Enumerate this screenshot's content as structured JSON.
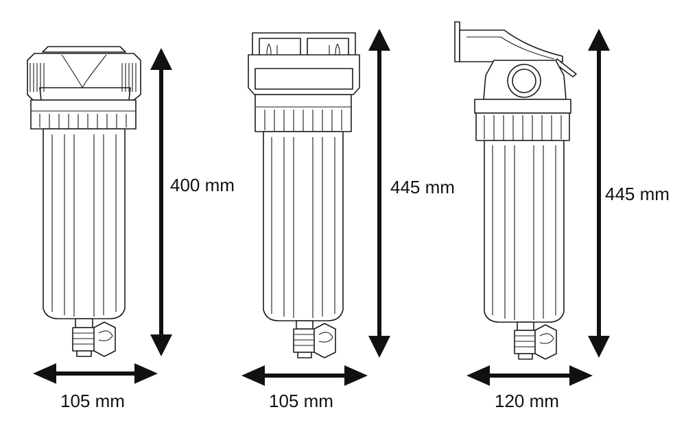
{
  "colors": {
    "line": "#1a1a1a",
    "arrow": "#111111",
    "background": "#ffffff"
  },
  "filters": [
    {
      "id": "filter-1",
      "variant": "standard-head",
      "height_label": "400 mm",
      "width_label": "105 mm"
    },
    {
      "id": "filter-2",
      "variant": "bracket-head",
      "height_label": "445 mm",
      "width_label": "105 mm"
    },
    {
      "id": "filter-3",
      "variant": "wall-bracket-head",
      "height_label": "445 mm",
      "width_label": "120 mm"
    }
  ]
}
